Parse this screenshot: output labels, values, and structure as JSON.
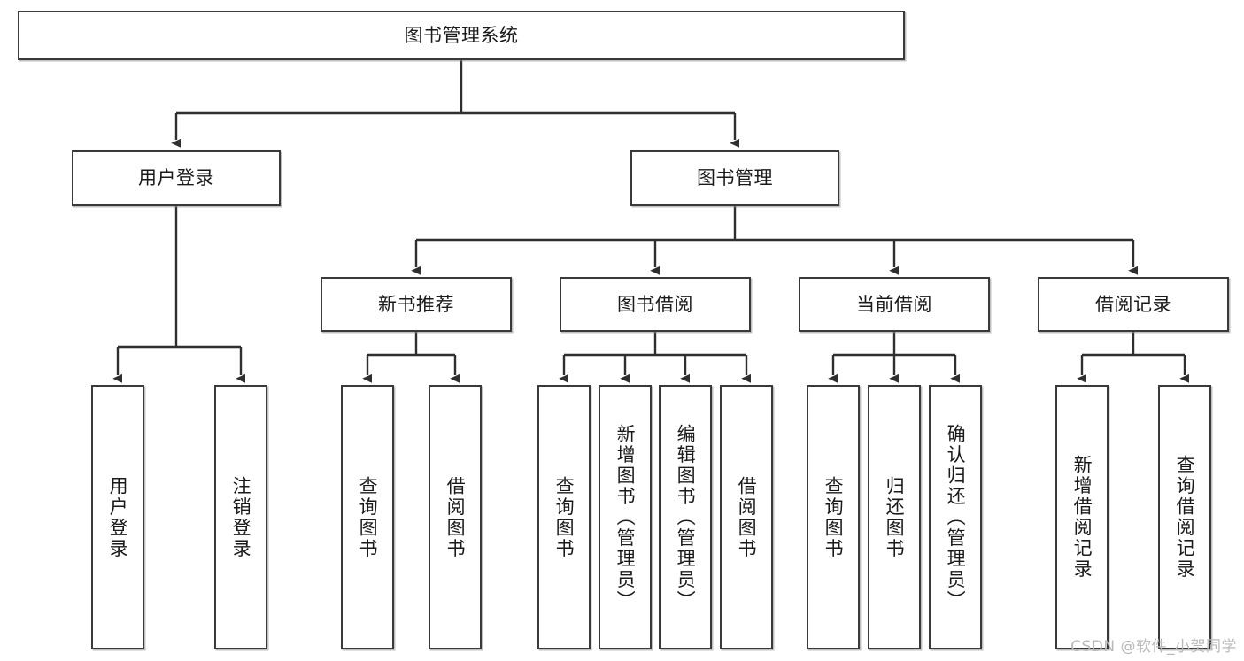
{
  "diagram": {
    "type": "tree-hierarchy",
    "title": "图书管理系统",
    "watermark": "CSDN @软件_小贺同学",
    "colors": {
      "box_border": "#3a3a3a",
      "box_fill": "#ffffff",
      "edge": "#2f2f2f",
      "text": "#1a1a1a",
      "watermark": "#b9b9b9"
    },
    "nodes": {
      "root": {
        "label": "图书管理系统",
        "level": 1,
        "orientation": "horizontal"
      },
      "l2": [
        {
          "id": "user-login",
          "label": "用户登录",
          "level": 2,
          "orientation": "horizontal"
        },
        {
          "id": "book-manage",
          "label": "图书管理",
          "level": 2,
          "orientation": "horizontal"
        }
      ],
      "l3": [
        {
          "id": "new-book-rec",
          "label": "新书推荐",
          "level": 3,
          "orientation": "horizontal"
        },
        {
          "id": "book-borrow",
          "label": "图书借阅",
          "level": 3,
          "orientation": "horizontal"
        },
        {
          "id": "current-borrow",
          "label": "当前借阅",
          "level": 3,
          "orientation": "horizontal"
        },
        {
          "id": "borrow-record",
          "label": "借阅记录",
          "level": 3,
          "orientation": "horizontal"
        }
      ],
      "leaves": [
        {
          "id": "leaf-user-login",
          "label": "用户登录",
          "parent": "user-login",
          "orientation": "vertical"
        },
        {
          "id": "leaf-logout",
          "label": "注销登录",
          "parent": "user-login",
          "orientation": "vertical"
        },
        {
          "id": "leaf-query-book-1",
          "label": "查询图书",
          "parent": "new-book-rec",
          "orientation": "vertical"
        },
        {
          "id": "leaf-borrow-book-1",
          "label": "借阅图书",
          "parent": "new-book-rec",
          "orientation": "vertical"
        },
        {
          "id": "leaf-query-book-2",
          "label": "查询图书",
          "parent": "book-borrow",
          "orientation": "vertical"
        },
        {
          "id": "leaf-add-book",
          "label": "新增图书（管理员）",
          "parent": "book-borrow",
          "orientation": "vertical"
        },
        {
          "id": "leaf-edit-book",
          "label": "编辑图书（管理员）",
          "parent": "book-borrow",
          "orientation": "vertical"
        },
        {
          "id": "leaf-borrow-book-2",
          "label": "借阅图书",
          "parent": "book-borrow",
          "orientation": "vertical"
        },
        {
          "id": "leaf-query-book-3",
          "label": "查询图书",
          "parent": "current-borrow",
          "orientation": "vertical"
        },
        {
          "id": "leaf-return-book",
          "label": "归还图书",
          "parent": "current-borrow",
          "orientation": "vertical"
        },
        {
          "id": "leaf-confirm-return",
          "label": "确认归还（管理员）",
          "parent": "current-borrow",
          "orientation": "vertical"
        },
        {
          "id": "leaf-add-record",
          "label": "新增借阅记录",
          "parent": "borrow-record",
          "orientation": "vertical"
        },
        {
          "id": "leaf-query-record",
          "label": "查询借阅记录",
          "parent": "borrow-record",
          "orientation": "vertical"
        }
      ]
    }
  }
}
